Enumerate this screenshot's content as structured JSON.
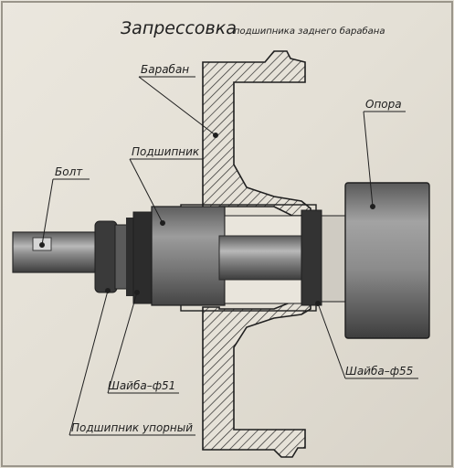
{
  "title": {
    "main": "Запрессовка",
    "sub": "подшипника заднего барабана"
  },
  "labels": {
    "baraban": "Барабан",
    "opora": "Опора",
    "podshipnik": "Подшипник",
    "bolt": "Болт",
    "shaiba51": "Шайба–ф51",
    "shaiba55": "Шайба–ф55",
    "podshipnik_upornyi": "Подшипник упорный"
  },
  "colors": {
    "ink": "#1f1f1f",
    "metal_dark": "#3a3a3a",
    "metal_mid": "#6b6b6b",
    "metal_light": "#a9a9a9",
    "paper": "#e9e5dc"
  }
}
